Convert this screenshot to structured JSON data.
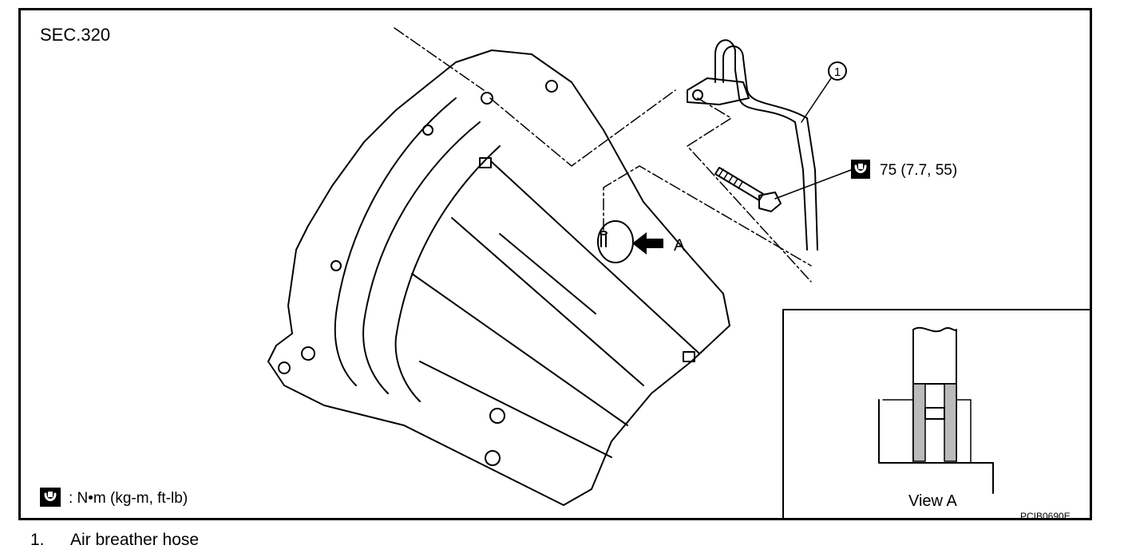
{
  "diagram": {
    "section_label": "SEC.320",
    "callout_number": "1",
    "torque_spec": "75 (7.7, 55)",
    "view_arrow_label": "A",
    "legend_text": ": N•m  (kg-m,  ft-lb)",
    "view_label": "View A",
    "reference_code": "PCIB0690E",
    "torque_icon": "torque-wrench-icon"
  },
  "footnote": {
    "number": "1.",
    "label": "Air breather hose"
  }
}
